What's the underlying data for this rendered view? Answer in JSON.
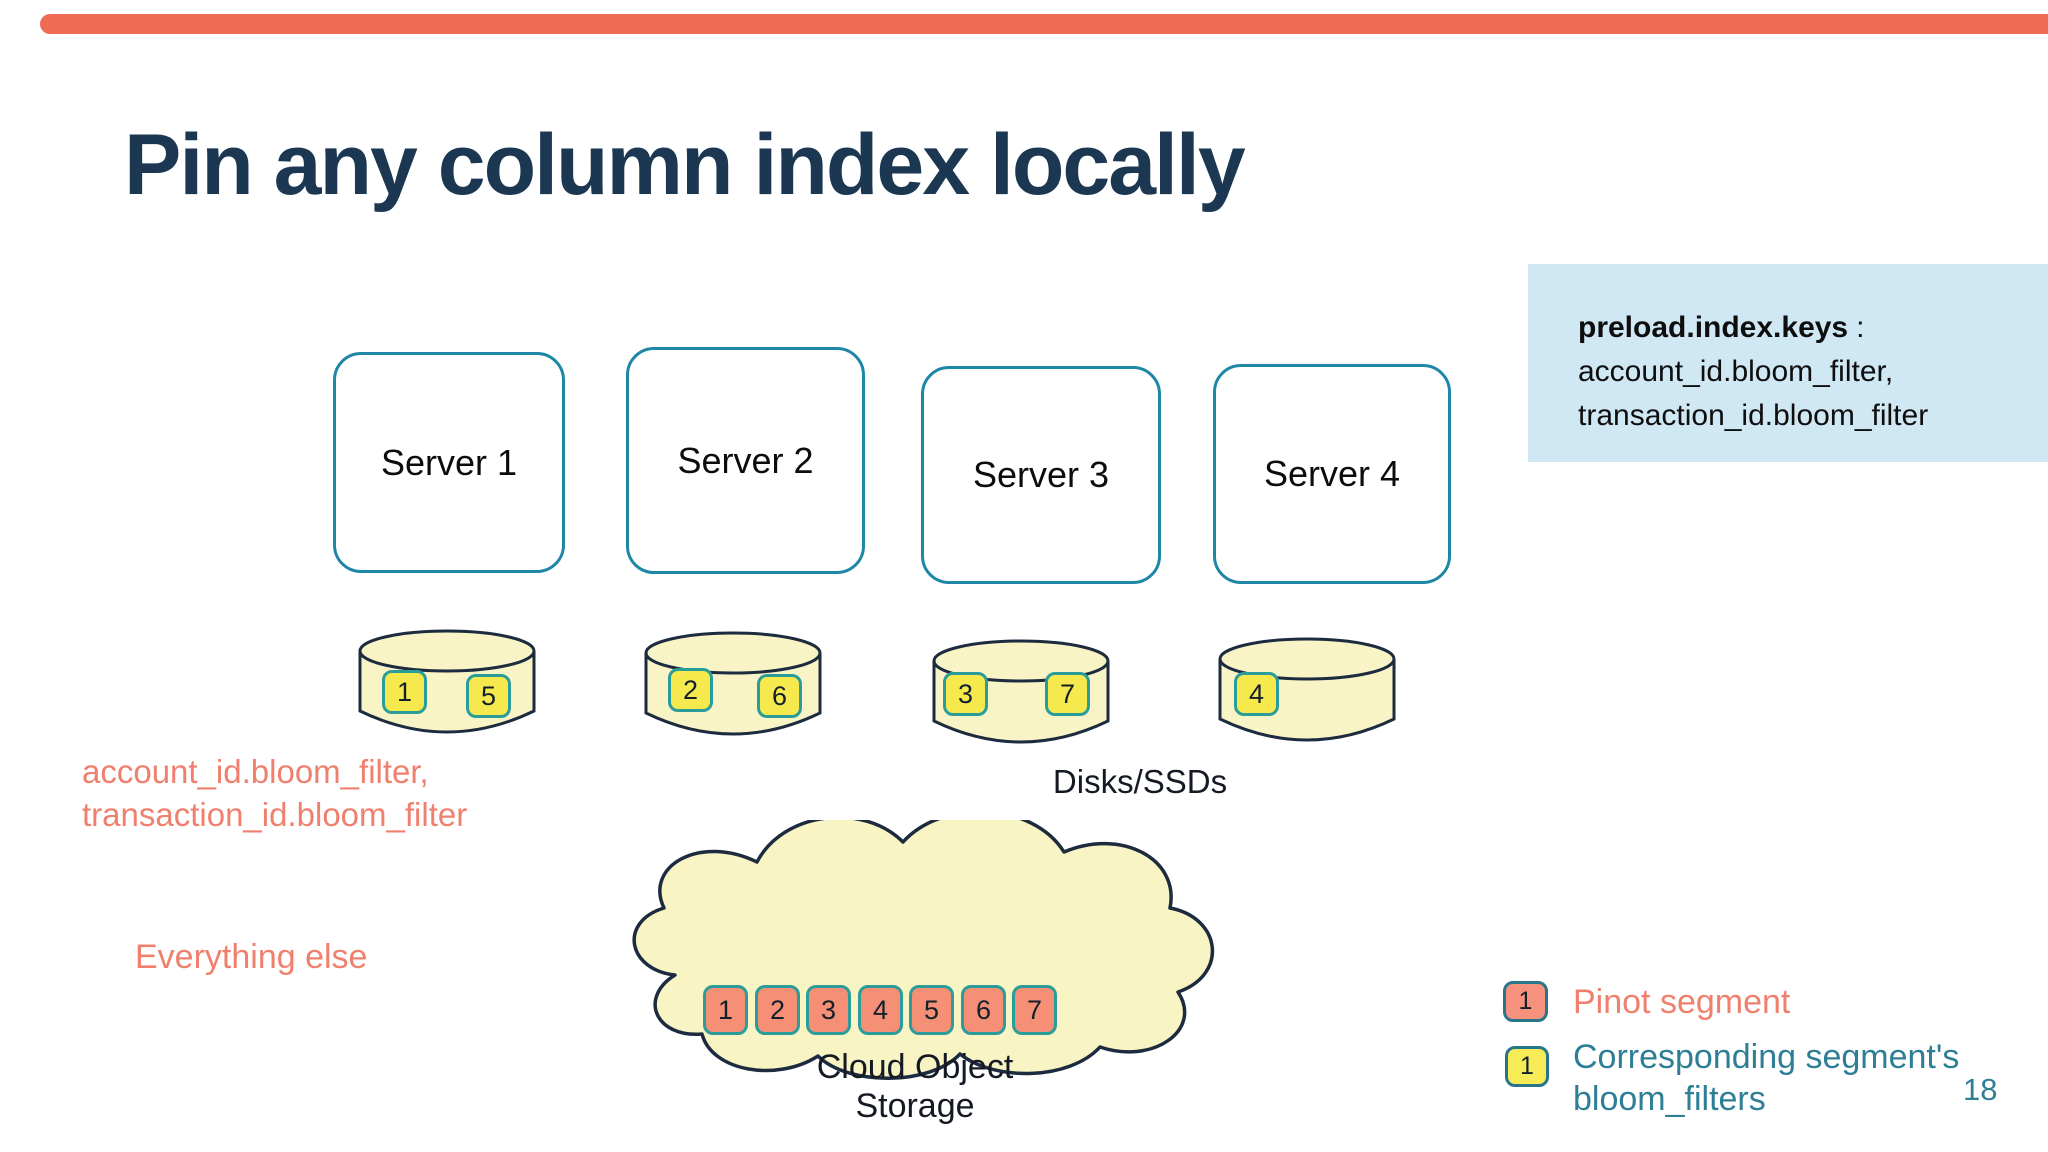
{
  "slide": {
    "title": "Pin any column index locally",
    "page_number": "18"
  },
  "top_bar": {
    "color": "#ef6b54"
  },
  "callout": {
    "bg": "#d0e7f4",
    "heading": "preload.index.keys",
    "separator": ":",
    "line1": "account_id.bloom_filter,",
    "line2": "transaction_id.bloom_filter"
  },
  "servers": [
    {
      "label": "Server 1"
    },
    {
      "label": "Server 2"
    },
    {
      "label": "Server 3"
    },
    {
      "label": "Server 4"
    }
  ],
  "disks": {
    "label": "Disks/SSDs",
    "items": [
      {
        "segments": [
          "1",
          "5"
        ]
      },
      {
        "segments": [
          "2",
          "6"
        ]
      },
      {
        "segments": [
          "3",
          "7"
        ]
      },
      {
        "segments": [
          "4"
        ]
      }
    ]
  },
  "annotations": {
    "pinned_line1": "account_id.bloom_filter,",
    "pinned_line2": "transaction_id.bloom_filter",
    "everything_else": "Everything else"
  },
  "cloud": {
    "label": "Cloud Object Storage",
    "segments": [
      "1",
      "2",
      "3",
      "4",
      "5",
      "6",
      "7"
    ]
  },
  "legend": {
    "items": [
      {
        "swatch_number": "1",
        "label": "Pinot segment"
      },
      {
        "swatch_number": "1",
        "label_line1": "Corresponding segment's",
        "label_line2": "bloom_filters"
      }
    ]
  },
  "colors": {
    "title_navy": "#1b3752",
    "server_border_teal": "#1e87a6",
    "outline_navy": "#1d2b3f",
    "cylinder_fill": "#f9f4c6",
    "cloud_fill": "#f9f4c4",
    "pinot_segment_coral": "#f58f75",
    "bloom_filter_yellow": "#f6e94d",
    "segment_border_teal": "#2a9d9b",
    "legend_swatch_border": "#27758a",
    "coral_text": "#f0806e",
    "teal_text": "#2e7f96",
    "callout_bg": "#d0e7f4",
    "top_bar_coral": "#ef6b54"
  }
}
